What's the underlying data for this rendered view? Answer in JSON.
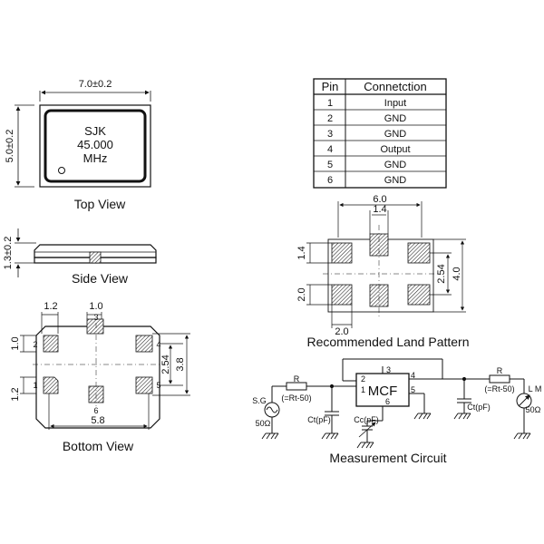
{
  "top_view": {
    "dim_width": "7.0±0.2",
    "dim_height": "5.0±0.2",
    "marking_line1": "SJK",
    "marking_line2": "45.000",
    "marking_line3": "MHz",
    "caption": "Top View"
  },
  "side_view": {
    "dim_height": "1.3±0.2",
    "caption": "Side View"
  },
  "bottom_view": {
    "dim_pad_w": "1.2",
    "dim_pad_gap": "1.0",
    "dim_pad_h_top": "1.0",
    "dim_pad_h_bottom": "1.2",
    "dim_pitch": "2.54",
    "dim_height": "3.8",
    "dim_width": "5.8",
    "pin_labels": [
      "1",
      "2",
      "3",
      "4",
      "5",
      "6"
    ],
    "caption": "Bottom View"
  },
  "pin_table": {
    "header_pin": "Pin",
    "header_conn": "Connetction",
    "rows": [
      {
        "pin": "1",
        "conn": "Input"
      },
      {
        "pin": "2",
        "conn": "GND"
      },
      {
        "pin": "3",
        "conn": "GND"
      },
      {
        "pin": "4",
        "conn": "Output"
      },
      {
        "pin": "5",
        "conn": "GND"
      },
      {
        "pin": "6",
        "conn": "GND"
      }
    ]
  },
  "land_pattern": {
    "dim_total_w": "6.0",
    "dim_center_w": "1.4",
    "dim_left_h": "1.4",
    "dim_pitch": "2.54",
    "dim_total_h": "4.0",
    "dim_pad_h": "2.0",
    "dim_pad_w": "2.0",
    "caption": "Recommended Land Pattern"
  },
  "circuit": {
    "mcf_label": "MCF",
    "pin_labels": [
      "1",
      "2",
      "3",
      "4",
      "5",
      "6"
    ],
    "r_left": "R",
    "r_left_value": "(=Rt-50)",
    "source_label": "S.G",
    "source_impedance": "50Ω",
    "ct_left": "Ct(pF)",
    "cc_label": "Cc(pF)",
    "r_right": "R",
    "r_right_value": "(=Rt-50)",
    "ct_right": "Ct(pF)",
    "meter_label": "L M",
    "meter_impedance": "50Ω",
    "caption": "Measurement Circuit"
  },
  "colors": {
    "line": "#111111",
    "pad_hatch": "#333333"
  }
}
